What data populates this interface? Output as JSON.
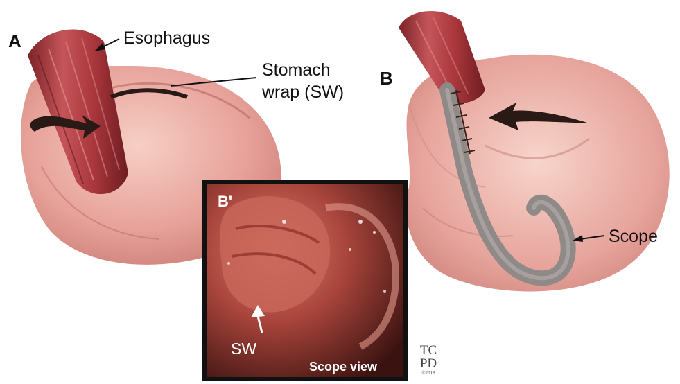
{
  "labels": {
    "panel_a": "A",
    "panel_b": "B",
    "panel_b_prime": "B'",
    "esophagus": "Esophagus",
    "stomach_wrap_line1": "Stomach",
    "stomach_wrap_line2": "wrap (SW)",
    "scope": "Scope",
    "sw": "SW",
    "scope_view": "Scope view"
  },
  "logo": {
    "line1": "TC",
    "line2": "PD",
    "copyright": "©2018"
  },
  "colors": {
    "tissue_pink": "#e7a29a",
    "muscle_red": "#a9373c",
    "scope_gray": "#8f8a87",
    "arrow_dark": "#2a1a16",
    "inset_bg": "#3a1210"
  }
}
